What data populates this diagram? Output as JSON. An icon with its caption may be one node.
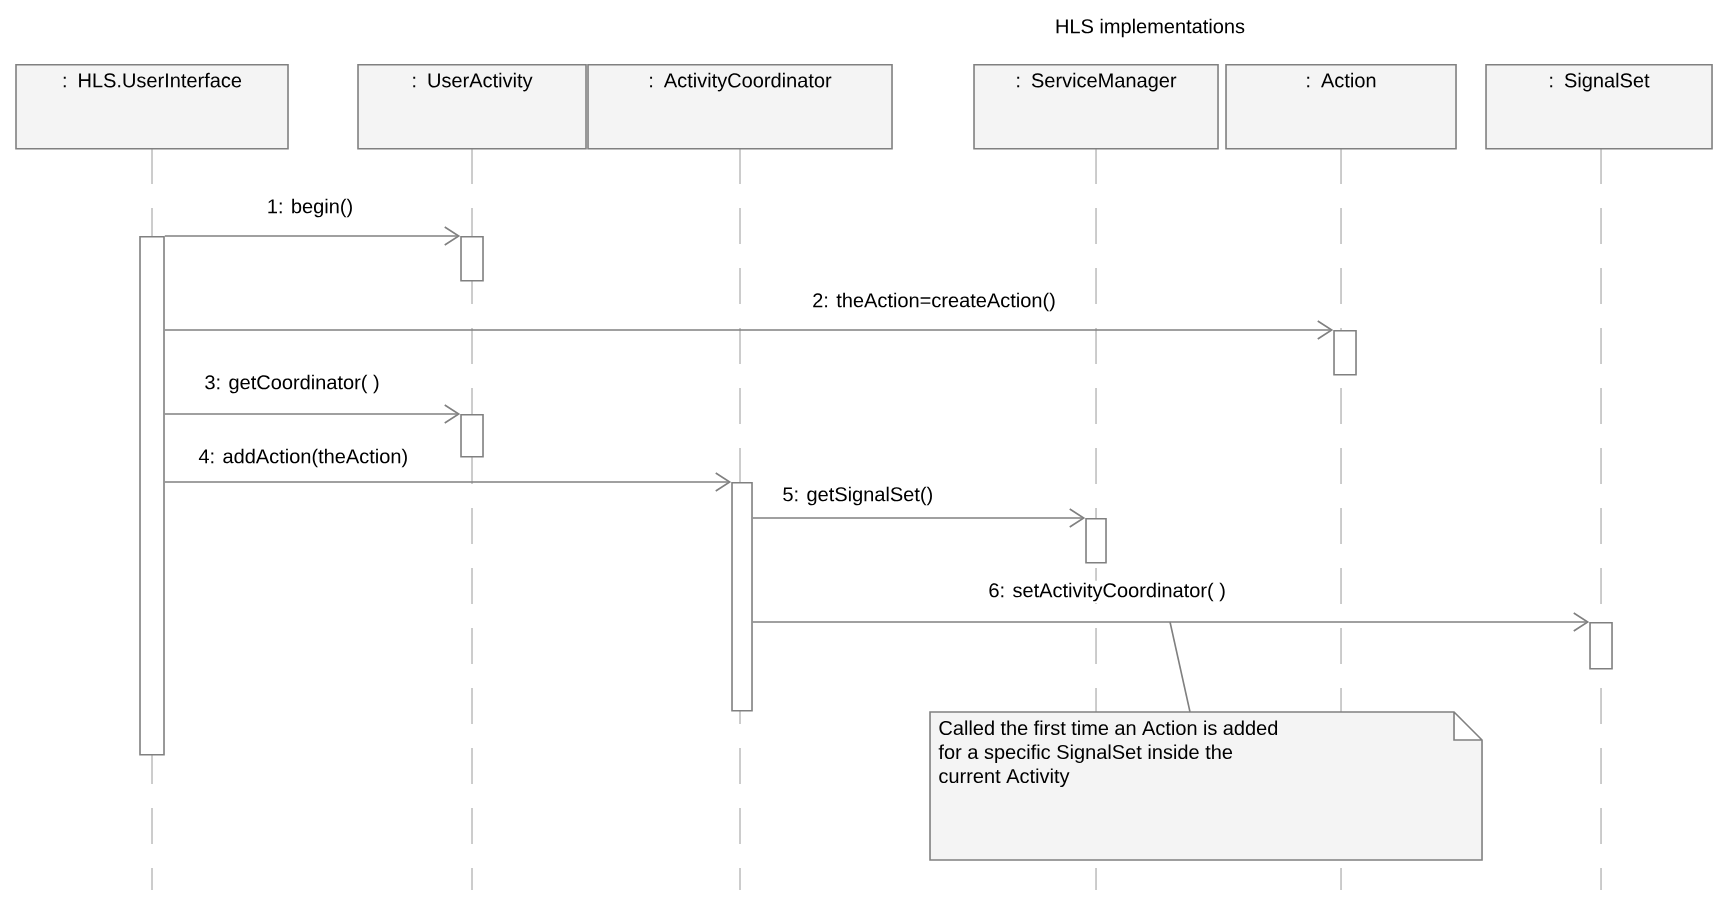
{
  "diagram": {
    "nodes": [
      {
        "text": [
          ": HLS.UserInterface"
        ]
      },
      {
        "text": [
          ": UserActivity"
        ]
      },
      {
        "text": [
          ": ActivityCoordinator"
        ]
      },
      {
        "text": [
          ": ServiceManager"
        ]
      },
      {
        "text": [
          ": Action"
        ]
      },
      {
        "text": [
          ": SignalSet"
        ]
      },
      {
        "text": [],
        "shape": "bar"
      },
      {
        "text": [],
        "shape": "bar"
      },
      {
        "text": [],
        "shape": "bar"
      },
      {
        "text": [],
        "shape": "bar"
      },
      {
        "text": [],
        "shape": "bar"
      },
      {
        "text": [],
        "shape": "bar"
      },
      {
        "text": [],
        "shape": "bar"
      },
      {
        "text": [
          "Called the first time an Action is added for a specific SignalSet inside the current Activity"
        ]
      }
    ],
    "edges": [
      {
        "from": 6,
        "to": 7,
        "arrow": "to",
        "label": "1: begin()"
      },
      {
        "from": 6,
        "to": 8,
        "arrow": "to",
        "label": "2: theAction=createAction()"
      },
      {
        "from": 6,
        "to": 9,
        "arrow": "to",
        "label": "3: getCoordinator( )"
      },
      {
        "from": 6,
        "to": 10,
        "arrow": "to",
        "label": "4: addAction(theAction)"
      },
      {
        "from": 10,
        "to": 11,
        "arrow": "to",
        "label": "5: getSignalSet()"
      },
      {
        "from": 10,
        "to": 12,
        "arrow": "to",
        "label": "6: setActivityCoordinator( )"
      },
      {
        "from": 13,
        "to": null,
        "arrow": "none"
      }
    ],
    "labels": [
      "HLS implementations"
    ]
  }
}
